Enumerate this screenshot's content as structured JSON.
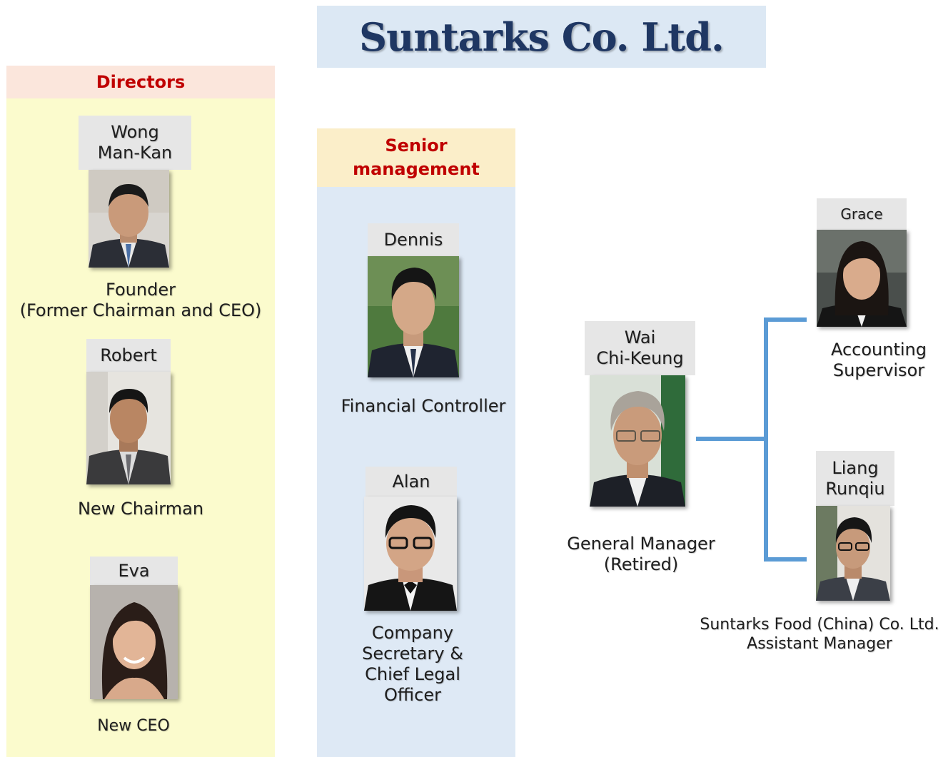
{
  "title": "Suntarks Co. Ltd.",
  "directors": {
    "heading": "Directors",
    "people": [
      {
        "name_lines": [
          "Wong",
          "Man-Kan"
        ],
        "role_lines": [
          "Founder",
          "(Former Chairman and CEO)"
        ]
      },
      {
        "name_lines": [
          "Robert"
        ],
        "role_lines": [
          "New Chairman"
        ]
      },
      {
        "name_lines": [
          "Eva"
        ],
        "role_lines": [
          "New CEO"
        ]
      }
    ]
  },
  "senior_management": {
    "heading_lines": [
      "Senior",
      "management"
    ],
    "people": [
      {
        "name_lines": [
          "Dennis"
        ],
        "role_lines": [
          "Financial Controller"
        ]
      },
      {
        "name_lines": [
          "Alan"
        ],
        "role_lines": [
          "Company",
          "Secretary &",
          "Chief Legal",
          "Officer"
        ]
      }
    ]
  },
  "general_manager": {
    "name_lines": [
      "Wai",
      "Chi-Keung"
    ],
    "role_lines": [
      "General Manager",
      "(Retired)"
    ]
  },
  "reports": [
    {
      "name_lines": [
        "Grace"
      ],
      "role_lines": [
        "Accounting",
        "Supervisor"
      ]
    },
    {
      "name_lines": [
        "Liang",
        "Runqiu"
      ],
      "role_lines": [
        "Suntarks Food (China) Co. Ltd.",
        "Assistant Manager"
      ]
    }
  ],
  "colors": {
    "title_bg": "#dce8f4",
    "title_text": "#1f3763",
    "directors_bg": "#fbfbcd",
    "directors_head_bg": "#fbe6dc",
    "senior_bg": "#dee9f5",
    "senior_head_bg": "#fbeec9",
    "heading_text": "#c00000",
    "connector": "#5b9bd5"
  }
}
